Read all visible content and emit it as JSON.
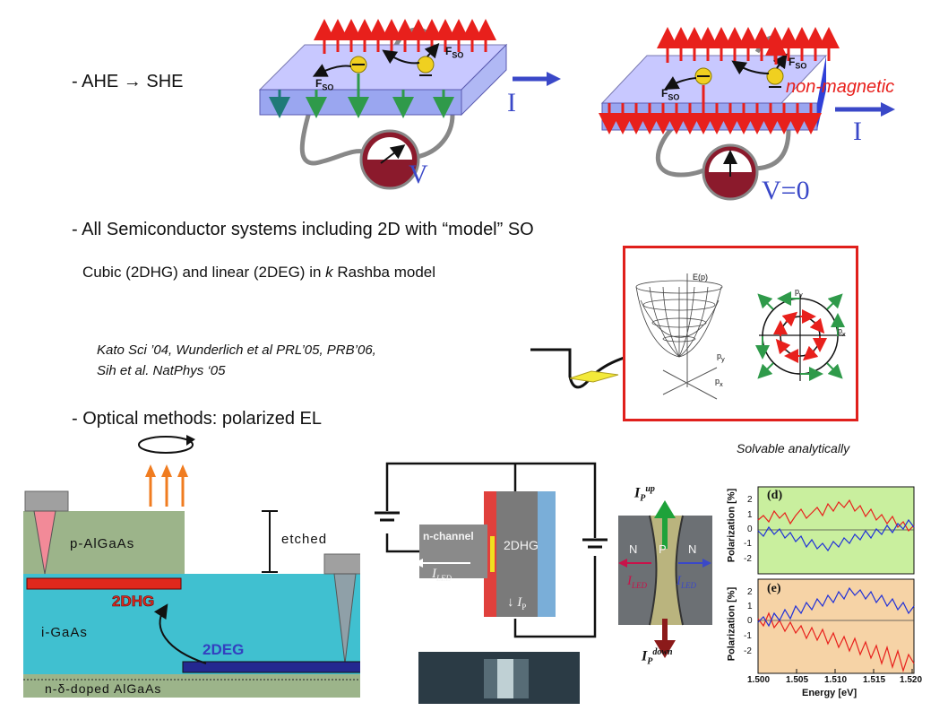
{
  "bullets": {
    "ahe_she": "- AHE → SHE",
    "all_semi": "- All Semiconductor systems including 2D with “model” SO",
    "cubic_linear_pre": "Cubic (2DHG) and linear (2DEG) in ",
    "cubic_linear_k": "k",
    "cubic_linear_post": " Rashba model",
    "optical": "- Optical methods: polarized EL"
  },
  "refs": {
    "line1": "Kato Sci ’04, Wunderlich et al PRL’05, PRB’06,",
    "line2": "Sih et al. NatPhys ‘05"
  },
  "solvable": "Solvable analytically",
  "panel_ahe": {
    "fso_label": "F",
    "fso_sub": "SO",
    "current": "I",
    "voltage": "V"
  },
  "panel_she": {
    "fso_label": "F",
    "fso_sub": "SO",
    "nonmagnetic": "non-magnetic",
    "current": "I",
    "voltage": "V=0"
  },
  "rashba": {
    "energy_axis": "E(p)",
    "py": "p",
    "py_sub": "y",
    "px": "p",
    "px_sub": "x"
  },
  "device": {
    "p_algaas": "p-AlGaAs",
    "etched": "etched",
    "twoDHG": "2DHG",
    "i_gaas": "i-GaAs",
    "twoDEG": "2DEG",
    "n_doped": "n-δ-doped AlGaAs"
  },
  "circuit": {
    "n_channel": "n-channel",
    "twoDHG": "2DHG",
    "iled": "I",
    "iled_sub": "LED",
    "ip": "↓ I",
    "ip_sub": "P"
  },
  "micro": {
    "ip_up": "I",
    "ip_up_sub": "P",
    "up": "up",
    "ip_down": "I",
    "ip_down_sub": "P",
    "down": "down",
    "n_left": "N",
    "p_mid": "P",
    "n_right": "N",
    "iled": "I",
    "iled_sub": "LED"
  },
  "plot": {
    "panel_d": "(d)",
    "panel_e": "(e)",
    "ylabel": "Polarization [%]",
    "xlabel": "Energy [eV]",
    "yticks_d": [
      "2",
      "1",
      "0",
      "-1",
      "-2"
    ],
    "yticks_e": [
      "2",
      "1",
      "0",
      "-1",
      "-2"
    ],
    "xticks": [
      "1.500",
      "1.505",
      "1.510",
      "1.515",
      "1.520"
    ]
  },
  "colors": {
    "spin_up": "#e8201c",
    "field_arrow": "#2f9a4a",
    "current_arrow": "#3a48c8",
    "slab_top": "#c8c8ff",
    "slab_face": "#9aa6f0",
    "meter": "#8b1a2c",
    "plot_top_bg": "#c9ef9e",
    "plot_bot_bg": "#f6d3a6"
  }
}
